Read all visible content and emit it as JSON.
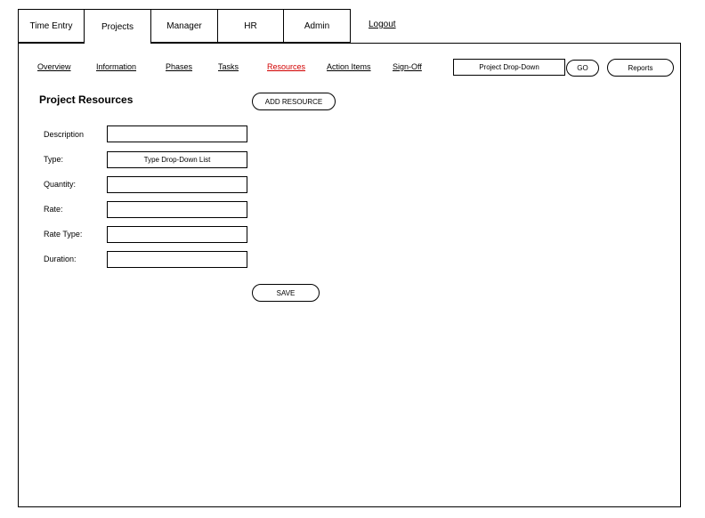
{
  "tabs": [
    {
      "label": "Time Entry",
      "active": false
    },
    {
      "label": "Projects",
      "active": true
    },
    {
      "label": "Manager",
      "active": false
    },
    {
      "label": "HR",
      "active": false
    },
    {
      "label": "Admin",
      "active": false
    }
  ],
  "logout_label": "Logout",
  "subnav": {
    "overview": "Overview",
    "information": "Information",
    "phases": "Phases",
    "tasks": "Tasks",
    "resources": "Resources",
    "action_items": "Action Items",
    "sign_off": "Sign-Off"
  },
  "toolbar": {
    "project_dropdown": "Project Drop-Down",
    "go_label": "GO",
    "reports_label": "Reports"
  },
  "page": {
    "title": "Project Resources",
    "add_resource_label": "ADD RESOURCE",
    "save_label": "SAVE"
  },
  "form": {
    "description_label": "Description",
    "type_label": "Type:",
    "type_value": "Type Drop-Down List",
    "quantity_label": "Quantity:",
    "rate_label": "Rate:",
    "rate_type_label": "Rate Type:",
    "duration_label": "Duration:"
  },
  "colors": {
    "active_subnav": "#d10000",
    "border": "#000000"
  }
}
